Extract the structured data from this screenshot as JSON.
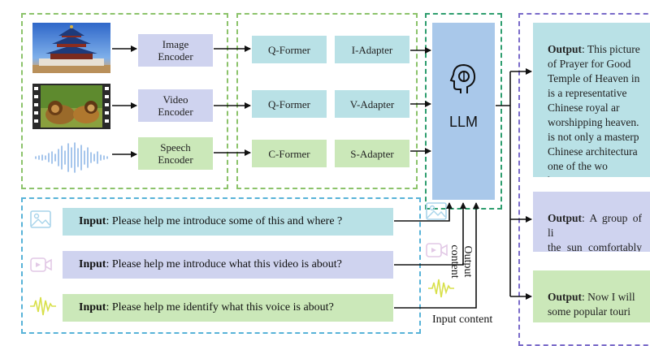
{
  "encoders": {
    "image": "Image\nEncoder",
    "video": "Video\nEncoder",
    "speech": "Speech\nEncoder"
  },
  "formers": {
    "qformer_1": "Q-Former",
    "qformer_2": "Q-Former",
    "cformer": "C-Former"
  },
  "adapters": {
    "image": "I-Adapter",
    "video": "V-Adapter",
    "speech": "S-Adapter"
  },
  "llm": {
    "label": "LLM"
  },
  "inputs": [
    {
      "prefix": "Input",
      "text": ": Please help me introduce some of this and where ?"
    },
    {
      "prefix": "Input",
      "text": ": Please help me introduce what this video is about?"
    },
    {
      "prefix": "Input",
      "text": ": Please help me identify what this voice is about?"
    }
  ],
  "labels": {
    "input_content": "Input content",
    "output_content": "Output\ncontent"
  },
  "outputs": [
    {
      "prefix": "Output",
      "text": ": This picture\nof Prayer for Good\nTemple of Heaven in\nis a representative\nChinese royal ar\nworshipping heaven.\nis not only a masterp\nChinese architectura\none of the wo\nheritages...."
    },
    {
      "prefix": "Output",
      "text": ": A group of li\nthe sun comfortably o\ngrassland..."
    },
    {
      "prefix": "Output",
      "text": ": Now I will\nsome popular touri\nBeijing..."
    }
  ],
  "colors": {
    "encoder": "#cfd3ef",
    "qformer": "#b9e1e6",
    "speech": "#cbe8b9",
    "llm": "#a9c8ea"
  }
}
